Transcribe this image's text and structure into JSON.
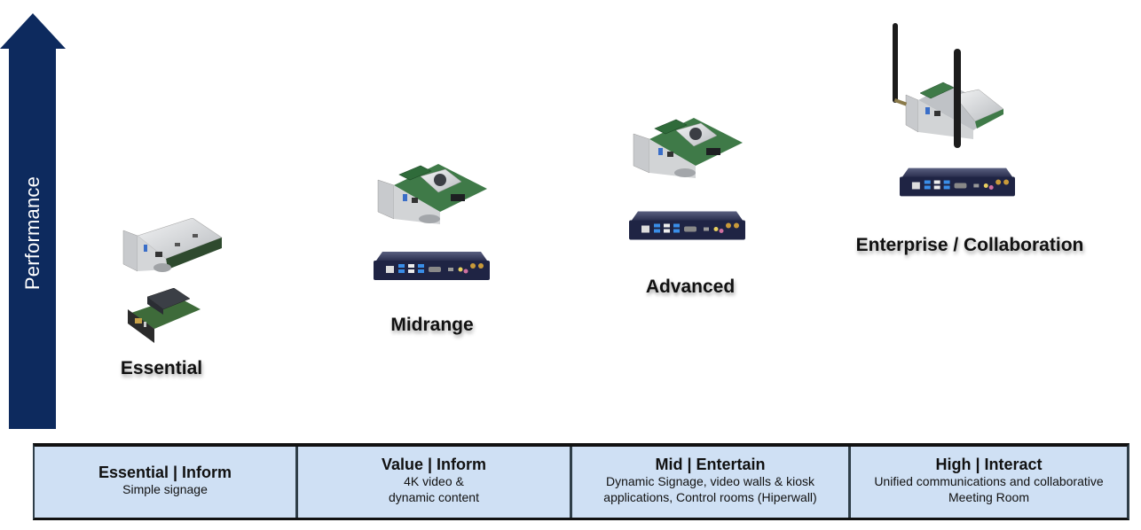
{
  "axis": {
    "label": "Performance",
    "arrow_color": "#0d2a5e"
  },
  "tiers": [
    {
      "label": "Essential",
      "products": [
        "essential-module-board",
        "essential-compact-board"
      ]
    },
    {
      "label": "Midrange",
      "products": [
        "midrange-module-board",
        "midrange-ops-box"
      ]
    },
    {
      "label": "Advanced",
      "products": [
        "advanced-module-board",
        "advanced-ops-box"
      ]
    },
    {
      "label": "Enterprise / Collaboration",
      "products": [
        "enterprise-wireless-module-board",
        "enterprise-ops-box"
      ]
    }
  ],
  "table": {
    "fill_color": "#cfe0f4",
    "columns": [
      {
        "title": "Essential | Inform",
        "lines": [
          "Simple signage"
        ]
      },
      {
        "title": "Value | Inform",
        "lines": [
          "4K video &",
          "dynamic content"
        ]
      },
      {
        "title": "Mid | Entertain",
        "lines": [
          "Dynamic Signage, video walls & kiosk",
          "applications, Control rooms (Hiperwall)"
        ]
      },
      {
        "title": "High | Interact",
        "lines": [
          "Unified communications and collaborative",
          "Meeting Room"
        ]
      }
    ]
  }
}
